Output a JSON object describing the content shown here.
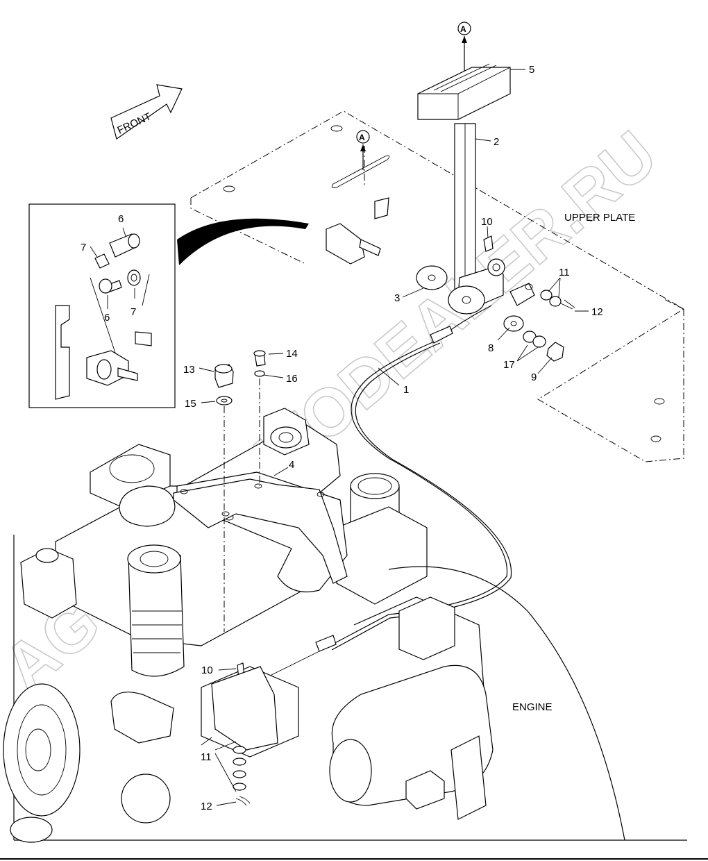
{
  "watermark": "AGCAT-AUTODEALER.RU",
  "labels": {
    "front": "FRONT",
    "upper_plate": "UPPER PLATE",
    "engine": "ENGINE",
    "view_marker": "A"
  },
  "callouts": [
    {
      "id": "c5-top",
      "text": "5"
    },
    {
      "id": "c2",
      "text": "2"
    },
    {
      "id": "c10-top",
      "text": "10"
    },
    {
      "id": "c11-top",
      "text": "11"
    },
    {
      "id": "c12-top",
      "text": "12"
    },
    {
      "id": "c3",
      "text": "3"
    },
    {
      "id": "c8",
      "text": "8"
    },
    {
      "id": "c17",
      "text": "17"
    },
    {
      "id": "c9",
      "text": "9"
    },
    {
      "id": "c1",
      "text": "1"
    },
    {
      "id": "c13",
      "text": "13"
    },
    {
      "id": "c14",
      "text": "14"
    },
    {
      "id": "c16",
      "text": "16"
    },
    {
      "id": "c15",
      "text": "15"
    },
    {
      "id": "c4",
      "text": "4"
    },
    {
      "id": "c6-top",
      "text": "6"
    },
    {
      "id": "c7-top",
      "text": "7"
    },
    {
      "id": "c6-bot",
      "text": "6"
    },
    {
      "id": "c7-bot",
      "text": "7"
    },
    {
      "id": "c10-bot",
      "text": "10"
    },
    {
      "id": "c11-bot",
      "text": "11"
    },
    {
      "id": "c12-bot",
      "text": "12"
    }
  ]
}
